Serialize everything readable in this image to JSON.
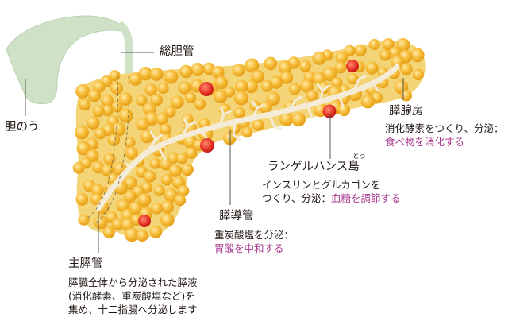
{
  "labels": {
    "common_bile_duct": "総胆管",
    "gallbladder": "胆のう",
    "acinus": {
      "title": "膵腺房",
      "desc_plain": "消化酵素をつくり、分泌：",
      "desc_highlight": "食べ物を消化する"
    },
    "islets": {
      "title": "ランゲルハンス島",
      "ruby": "とう",
      "desc_line1": "インスリンとグルカゴンを",
      "desc_plain": "つくり、分泌：",
      "desc_highlight": "血糖を調節する"
    },
    "pancreatic_duct": {
      "title": "膵導管",
      "desc_line1": "重炭酸塩を分泌：",
      "desc_highlight": "胃酸を中和する"
    },
    "main_duct": {
      "title": "主膵管",
      "desc_line1": "膵臓全体から分泌された膵液",
      "desc_line2": "(消化酵素、重炭酸塩など)を",
      "desc_line3": "集め、十二指腸へ分泌します"
    }
  },
  "colors": {
    "gallbladder": "#cfe2c8",
    "pancreas_fill": "#f3d577",
    "acinus_cell": "#f4b121",
    "islet": "#e53026",
    "duct": "#f4ecd7",
    "highlight_text": "#a6368c",
    "leader_line": "#555555"
  }
}
